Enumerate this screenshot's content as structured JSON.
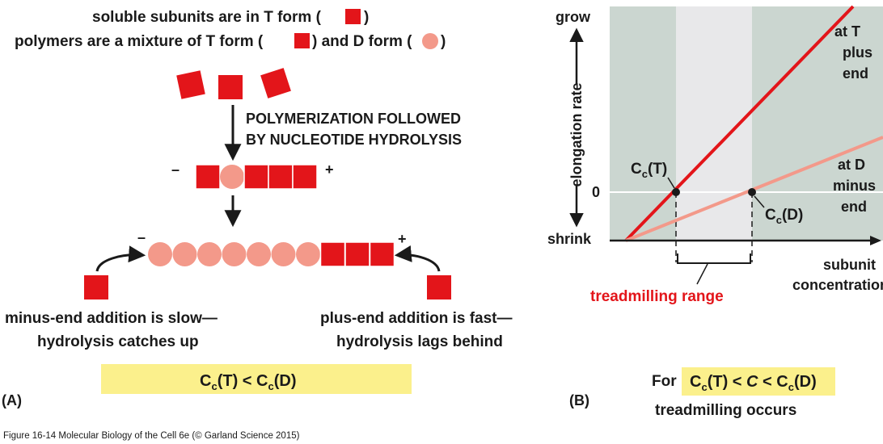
{
  "colors": {
    "t_form": "#e3151a",
    "d_form": "#f3998a",
    "chart_panel": "#cbd6d0",
    "chart_center_band": "#e8e8ea",
    "highlight": "#fbf08c",
    "arrow": "#1a1a1a"
  },
  "panel_a": {
    "header_line1": "soluble subunits are in T form (",
    "header_line1_end": ")",
    "header_line2_start": "polymers are a mixture of T form (",
    "header_line2_mid": ") and D form (",
    "header_line2_end": ")",
    "process_label_line1": "POLYMERIZATION FOLLOWED",
    "process_label_line2": "BY NUCLEOTIDE HYDROLYSIS",
    "minus_sign": "–",
    "plus_sign": "+",
    "short_filament": [
      "T",
      "D",
      "T",
      "T",
      "T"
    ],
    "long_filament": [
      "D",
      "D",
      "D",
      "D",
      "D",
      "D",
      "D",
      "T",
      "T",
      "T"
    ],
    "minus_end_caption_line1": "minus-end addition is slow—",
    "minus_end_caption_line2": "hydrolysis catches up",
    "plus_end_caption_line1": "plus-end addition is fast—",
    "plus_end_caption_line2": "hydrolysis lags behind",
    "inequality_left": "C",
    "inequality_left_sub": "c",
    "inequality_mid": "(T) < ",
    "inequality_right": "C",
    "inequality_right_sub": "c",
    "inequality_end": "(D)",
    "panel_label": "(A)"
  },
  "panel_b": {
    "panel_label": "(B)",
    "y_top_label": "grow",
    "y_bottom_label": "shrink",
    "y_axis_title": "elongation rate",
    "zero_label": "0",
    "x_axis_title_line1": "subunit",
    "x_axis_title_line2": "concentration",
    "t_line_label": [
      "at T",
      "plus",
      "end"
    ],
    "d_line_label": [
      "at D",
      "minus",
      "end"
    ],
    "cc_t_label": "C",
    "cc_t_sub": "c",
    "cc_t_suffix": "(T)",
    "cc_d_label": "C",
    "cc_d_sub": "c",
    "cc_d_suffix": "(D)",
    "treadmilling_range_label": "treadmilling range",
    "footer_for": "For",
    "footer_ineq": {
      "a": "C",
      "a_sub": "c",
      "b": "(T) < ",
      "c": "C",
      "d": " < ",
      "e": "C",
      "e_sub": "c",
      "f": "(D)"
    },
    "footer_line2": "treadmilling occurs"
  },
  "caption": "Figure 16-14  Molecular Biology of the Cell 6e (© Garland Science 2015)"
}
